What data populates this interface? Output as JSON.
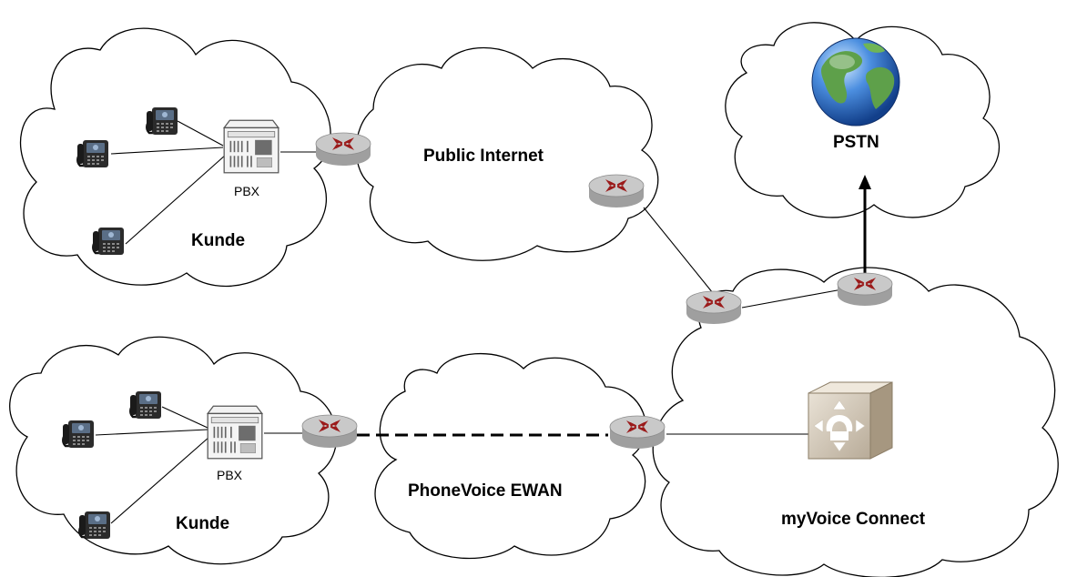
{
  "labels": {
    "kunde_top": "Kunde",
    "kunde_bottom": "Kunde",
    "pbx_top": "PBX",
    "pbx_bottom": "PBX",
    "public_internet": "Public Internet",
    "pstn": "PSTN",
    "phonevoice_ewan": "PhoneVoice EWAN",
    "myvoice_connect": "myVoice Connect"
  },
  "colors": {
    "cloud_stroke": "#000000",
    "router_body": "#a8a8a8",
    "router_top": "#c4c4c4",
    "router_arrow": "#9b1b1b",
    "globe_blue": "#2f6fd0",
    "globe_land": "#4d8f3a"
  },
  "icons": {
    "phone": "ip-phone-icon",
    "pbx": "pbx-icon",
    "router": "router-icon",
    "globe": "globe-icon",
    "gateway": "voice-gateway-icon"
  },
  "links": {
    "pbx_bottom_to_ewan": "dashed",
    "gateway_to_pstn": "arrow"
  }
}
